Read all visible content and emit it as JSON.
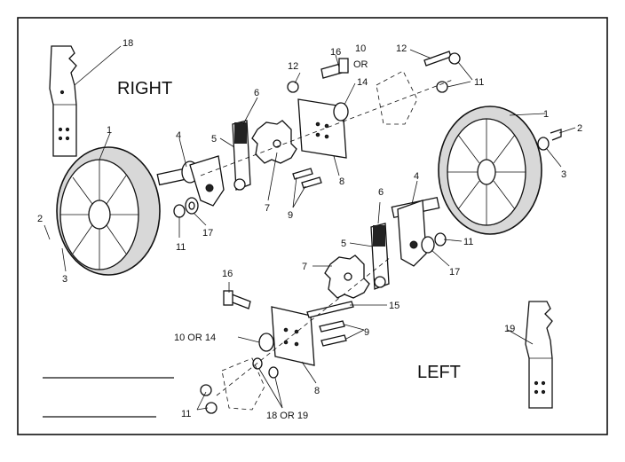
{
  "headings": {
    "right": "RIGHT",
    "left": "LEFT"
  },
  "callouts": {
    "c18_top": "18",
    "c16_top": "16",
    "c10_top": "10",
    "c_or_top": "OR",
    "c12_top": "12",
    "c12_mid": "12",
    "c14_top": "14",
    "c11_top": "11",
    "c6_right": "6",
    "c5_right": "5",
    "c1_right_wheel": "1",
    "c4_right": "4",
    "c8_right": "8",
    "c9_right": "9",
    "c7_right": "7",
    "c17_right": "17",
    "c11_right_axle": "11",
    "c2_right": "2",
    "c3_right": "3",
    "c1_left_wheel": "1",
    "c2_left": "2",
    "c3_left": "3",
    "c4_left": "4",
    "c6_left": "6",
    "c5_left": "5",
    "c11_left_axle": "11",
    "c17_left": "17",
    "c7_left": "7",
    "c16_left": "16",
    "c15_left": "15",
    "c9_left": "9",
    "c10or14_left": "10 OR 14",
    "c8_left": "8",
    "c11_left_bottom": "11",
    "c18or19_left": "18 OR 19",
    "c19_left": "19"
  }
}
